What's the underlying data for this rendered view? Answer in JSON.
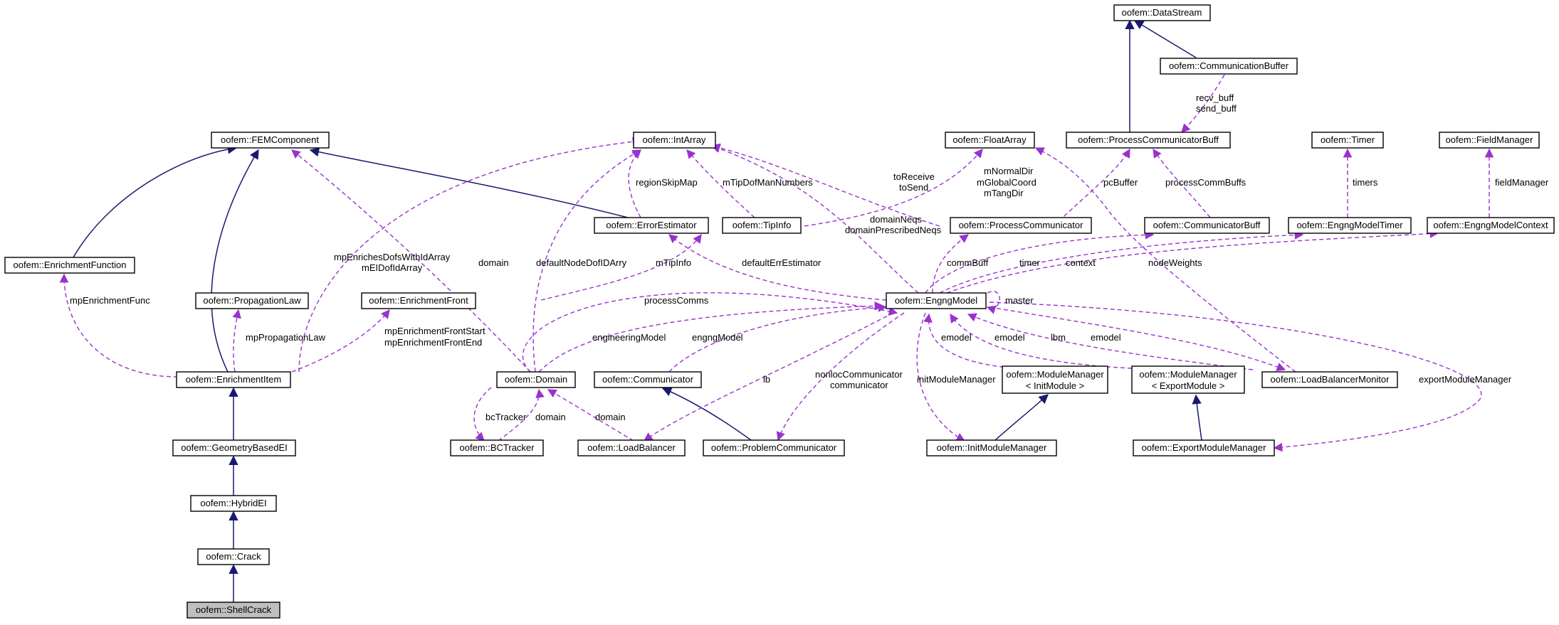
{
  "colors": {
    "inheritance": "#191970",
    "usage": "#9a32cd",
    "highlight_fill": "#bfbfbf"
  },
  "nodes": {
    "datastream": "oofem::DataStream",
    "communicationbuffer": "oofem::CommunicationBuffer",
    "processcommunicatorbuff": "oofem::ProcessCommunicatorBuff",
    "femcomponent": "oofem::FEMComponent",
    "intarray": "oofem::IntArray",
    "floatarray": "oofem::FloatArray",
    "timer": "oofem::Timer",
    "fieldmanager": "oofem::FieldManager",
    "enrichmentfunction": "oofem::EnrichmentFunction",
    "errorestimator": "oofem::ErrorEstimator",
    "tipinfo": "oofem::TipInfo",
    "processcommunicator": "oofem::ProcessCommunicator",
    "communicatorbuff": "oofem::CommunicatorBuff",
    "engngmodeltimer": "oofem::EngngModelTimer",
    "engngmodelcontext": "oofem::EngngModelContext",
    "propagationlaw": "oofem::PropagationLaw",
    "enrichmentfront": "oofem::EnrichmentFront",
    "engngmodel": "oofem::EngngModel",
    "enrichmentitem": "oofem::EnrichmentItem",
    "domain": "oofem::Domain",
    "communicator": "oofem::Communicator",
    "modulemanager_init": [
      "oofem::ModuleManager",
      "< InitModule >"
    ],
    "modulemanager_export": [
      "oofem::ModuleManager",
      "< ExportModule >"
    ],
    "loadbalancermonitor": "oofem::LoadBalancerMonitor",
    "geometrybasedei": "oofem::GeometryBasedEI",
    "bctracker": "oofem::BCTracker",
    "loadbalancer": "oofem::LoadBalancer",
    "problemcommunicator": "oofem::ProblemCommunicator",
    "initmodulemanager": "oofem::InitModuleManager",
    "exportmodulemanager": "oofem::ExportModuleManager",
    "hybridei": "oofem::HybridEI",
    "crack": "oofem::Crack",
    "shellcrack": "oofem::ShellCrack"
  },
  "edge_labels": {
    "recv_buff": "recv_buff",
    "send_buff": "send_buff",
    "pcbuffer": "pcBuffer",
    "processcommbuffs": "processCommBuffs",
    "timers": "timers",
    "fieldmanager": "fieldManager",
    "toreceive": "toReceive",
    "tosend": "toSend",
    "mnormaldir": "mNormalDir",
    "mglobalcoord": "mGlobalCoord",
    "mtangdir": "mTangDir",
    "regionskipmap": "regionSkipMap",
    "mtipdofmannumbers": "mTipDofManNumbers",
    "domainneqs": "domainNeqs",
    "domainprescribedneqs": "domainPrescribedNeqs",
    "mpenrichesdofswithidarray": "mpEnrichesDofsWithIdArray",
    "meidofidarray": "mEIDofIdArray",
    "domain_fem": "domain",
    "defaultnodedofidarry": "defaultNodeDofIDArry",
    "mtipinfo": "mTipInfo",
    "defaulterrestimator": "defaultErrEstimator",
    "commbuff": "commBuff",
    "timer": "timer",
    "context": "context",
    "nodeweights": "nodeWeights",
    "mpenrichmentfunc": "mpEnrichmentFunc",
    "mppropagationlaw": "mpPropagationLaw",
    "mpenrichmentfrontstart": "mpEnrichmentFrontStart",
    "mpenrichmentfrontend": "mpEnrichmentFrontEnd",
    "processcomms": "processComms",
    "master": "master",
    "engineeringmodel": "engineeringModel",
    "engngmodel": "engngModel",
    "lb": "lb",
    "nonloccommunicator": "nonlocCommunicator",
    "communicator": "communicator",
    "initmodulemanager": "initModuleManager",
    "emodel1": "emodel",
    "emodel2": "emodel",
    "lbm": "lbm",
    "emodel3": "emodel",
    "exportmodulemanager": "exportModuleManager",
    "bctracker": "bcTracker",
    "domain_bc": "domain",
    "domain_lb": "domain"
  }
}
